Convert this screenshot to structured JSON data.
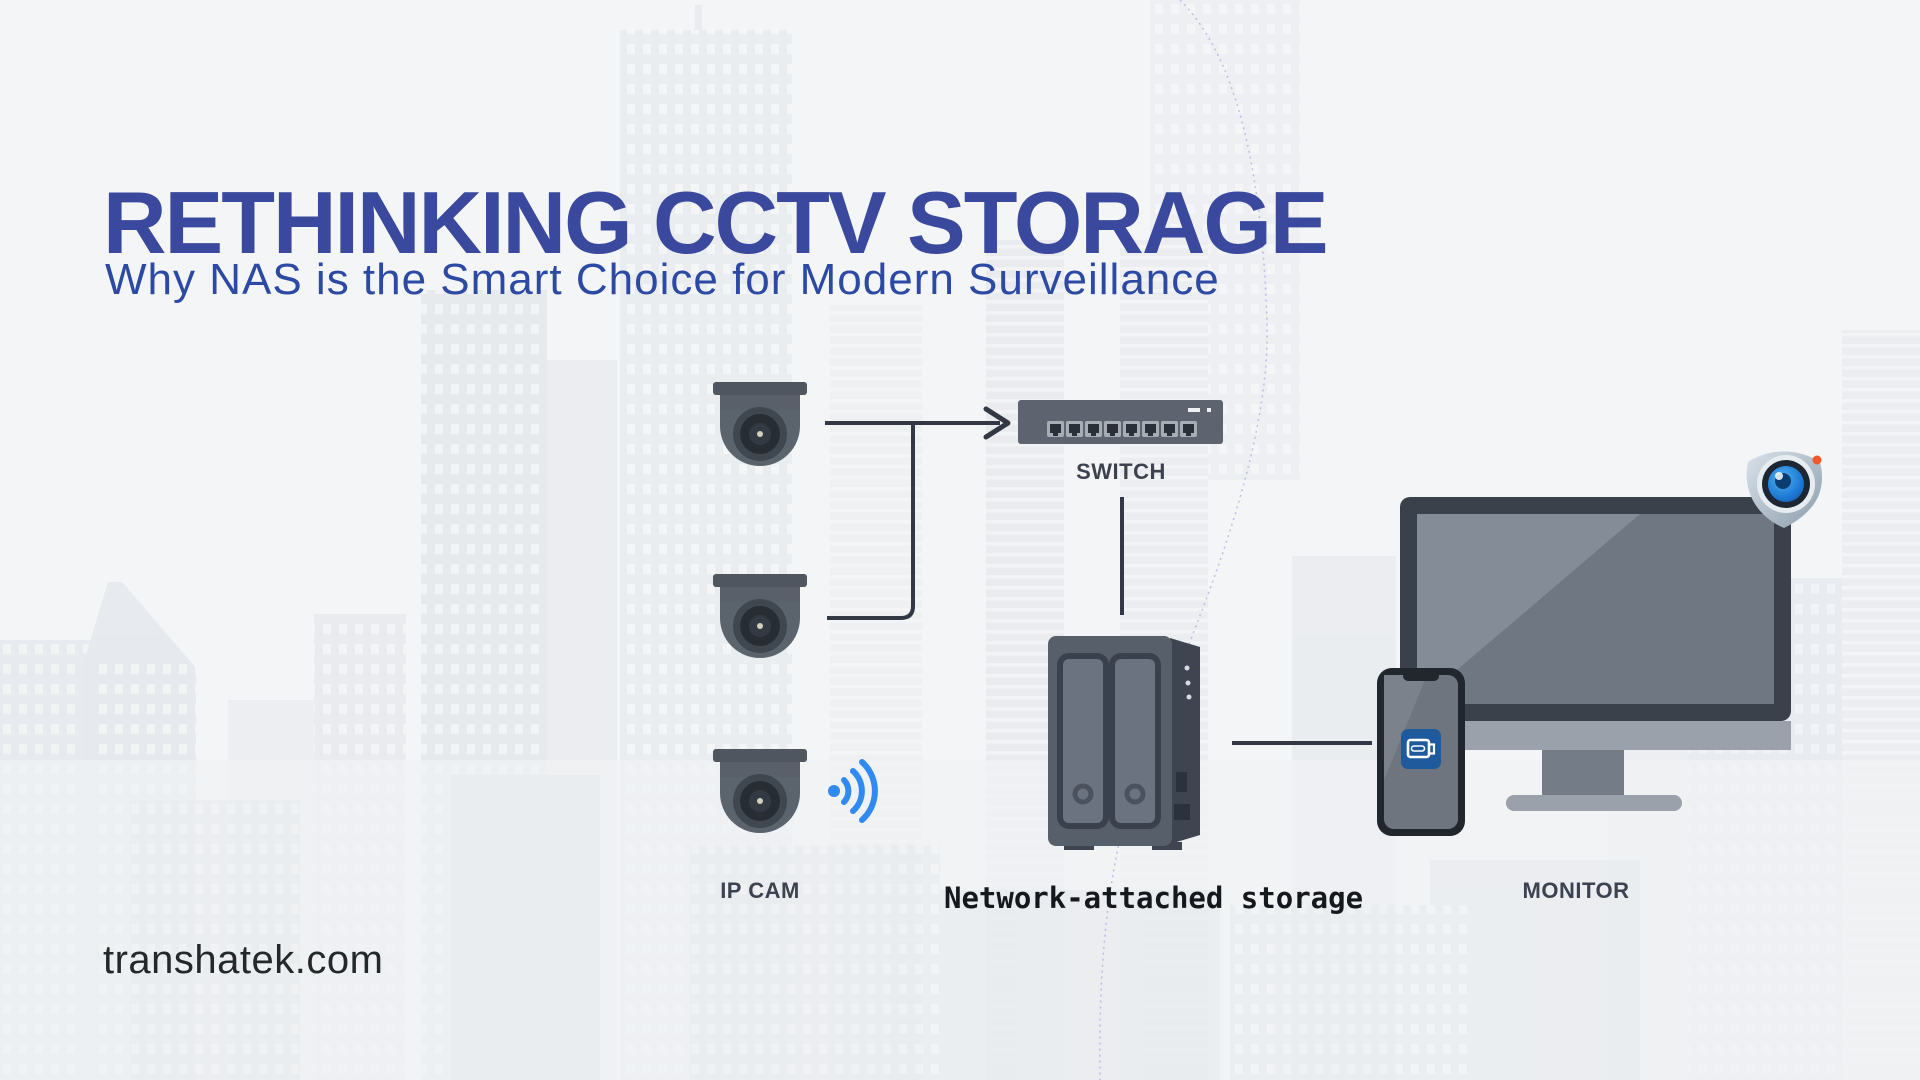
{
  "header": {
    "title": "RETHINKING CCTV STORAGE",
    "subtitle": "Why NAS is the Smart Choice for Modern Surveillance"
  },
  "diagram": {
    "ip_cam": {
      "label": "IP CAM",
      "icon": "dome-camera-icon",
      "camera_count": 3
    },
    "wifi": {
      "icon": "wifi-signal-icon"
    },
    "switch": {
      "label": "SWITCH",
      "icon": "network-switch-icon",
      "port_count": 8
    },
    "nas": {
      "label": "Network-attached storage",
      "icon": "nas-device-icon",
      "bay_count": 2
    },
    "monitor": {
      "label": "MONITOR",
      "icon": "desktop-monitor-icon"
    },
    "phone": {
      "icon": "smartphone-icon",
      "app_icon": "video-camera-app-icon"
    },
    "security_badge": {
      "icon": "security-camera-badge-icon"
    }
  },
  "footer": {
    "website": "transhatek.com"
  },
  "colors": {
    "title": "#3a499e",
    "subtitle": "#2c4aa4",
    "connector": "#323944",
    "device_gray": "#59616b",
    "label_gray": "#3d434e",
    "wifi_blue": "#2f8bf2",
    "app_blue": "#1e5a9c",
    "background": "#f4f5f7"
  }
}
